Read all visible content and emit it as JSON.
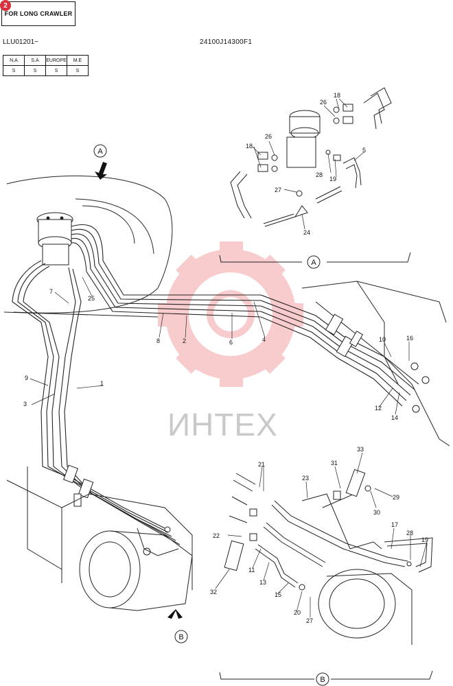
{
  "header": {
    "badge": "2",
    "title": "FOR LONG CRAWLER",
    "serial": "LLU01201~",
    "part_number": "24100J14300F1"
  },
  "regions": {
    "headers": [
      "N.A",
      "S.A",
      "EUROPE",
      "M.E"
    ],
    "values": [
      "S",
      "S",
      "S",
      "S"
    ]
  },
  "views": {
    "a": "A",
    "b": "B"
  },
  "watermark": "ИНТЕХ",
  "callouts": {
    "c1": "1",
    "c2": "2",
    "c3": "3",
    "c4": "4",
    "c5": "5",
    "c6": "6",
    "c7": "7",
    "c8": "8",
    "c9": "9",
    "c10": "10",
    "c11": "11",
    "c12": "12",
    "c13": "13",
    "c14": "14",
    "c15": "15",
    "c16": "16",
    "c17": "17",
    "c18a": "18",
    "c18b": "18",
    "c19a": "19",
    "c19b": "19",
    "c20": "20",
    "c21": "21",
    "c22": "22",
    "c23": "23",
    "c24": "24",
    "c25": "25",
    "c26a": "26",
    "c26b": "26",
    "c27a": "27",
    "c27b": "27",
    "c28a": "28",
    "c28b": "28",
    "c29": "29",
    "c30": "30",
    "c31": "31",
    "c32": "32",
    "c33": "33"
  }
}
